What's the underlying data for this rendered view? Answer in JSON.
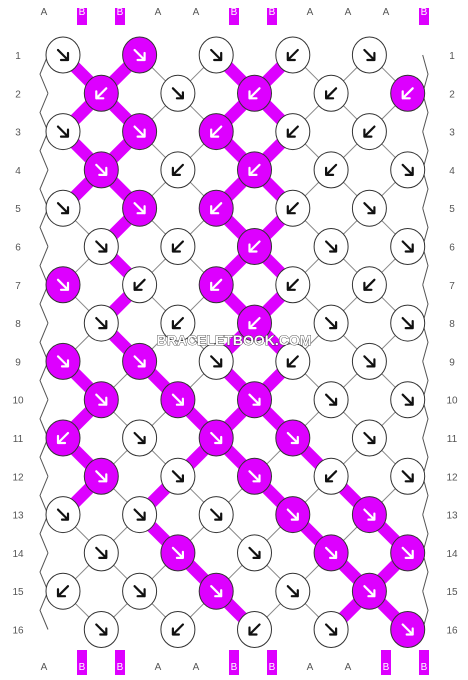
{
  "colors": {
    "A": "#ffffff",
    "B": "#dd00ff"
  },
  "strings_top": [
    "A",
    "B",
    "B",
    "A",
    "A",
    "B",
    "B",
    "A",
    "A",
    "A",
    "B"
  ],
  "strings_bottom": [
    "A",
    "B",
    "B",
    "A",
    "A",
    "B",
    "B",
    "A",
    "A",
    "B",
    "B"
  ],
  "row_labels": [
    "1",
    "2",
    "3",
    "4",
    "5",
    "6",
    "7",
    "8",
    "9",
    "10",
    "11",
    "12",
    "13",
    "14",
    "15",
    "16"
  ],
  "watermark": "BRACELETBOOK.COM",
  "knots": [
    [
      "rl",
      "rl",
      "rl",
      "lr",
      "rl"
    ],
    [
      "lr",
      "rr",
      "lr",
      "lr",
      "lr"
    ],
    [
      "rl",
      "rl",
      "lr",
      "lr",
      "lr"
    ],
    [
      "rl",
      "lr",
      "lr",
      "lr",
      "rl"
    ],
    [
      "rr",
      "rl",
      "lr",
      "lr",
      "rr"
    ],
    [
      "rl",
      "lr",
      "lr",
      "rr",
      "rl"
    ],
    [
      "rl",
      "lr",
      "lr",
      "lr",
      "lr"
    ],
    [
      "rl",
      "lr",
      "ll",
      "rr",
      "rl"
    ],
    [
      "rr",
      "rr",
      "rl",
      "lr",
      "rl"
    ],
    [
      "rl",
      "rr",
      "rr",
      "rr",
      "rl"
    ],
    [
      "lr",
      "rr",
      "rr",
      "rr",
      "rr"
    ],
    [
      "rl",
      "rr",
      "rr",
      "ll",
      "rl"
    ],
    [
      "rr",
      "rl",
      "rr",
      "rr",
      "rr"
    ],
    [
      "rl",
      "rr",
      "rr",
      "rr",
      "rl"
    ],
    [
      "lr",
      "rl",
      "rr",
      "rr",
      "rr"
    ],
    [
      "rr",
      "ll",
      "lr",
      "rr",
      "rr"
    ]
  ]
}
